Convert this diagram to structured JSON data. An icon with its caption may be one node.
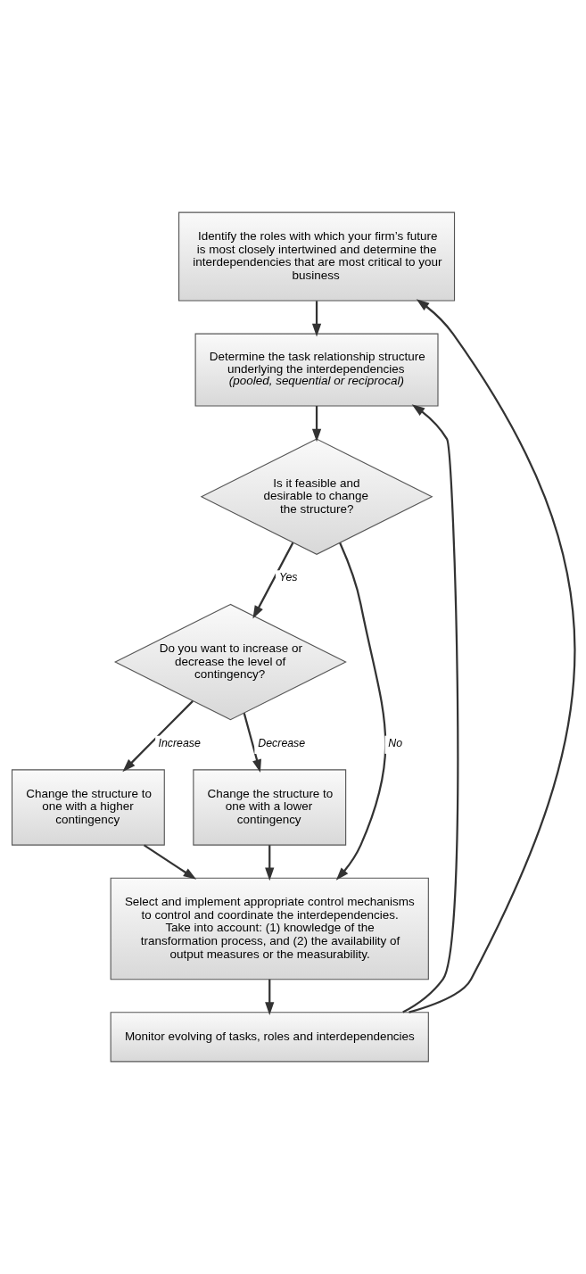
{
  "diagram": {
    "nodes": [
      {
        "text": [
          "Identify the roles with which your firm’s future is most closely intertwined and determine the interdependencies that are most critical to your business"
        ]
      },
      {
        "text": [
          "Determine the task relationship structure underlying the interdependencies",
          "(pooled, sequential or reciprocal)"
        ]
      },
      {
        "text": [
          "Is it feasible and desirable to change the structure?"
        ]
      },
      {
        "text": [
          "Do you want to increase or decrease the level of contingency?"
        ]
      },
      {
        "text": [
          "Change the structure to one with a higher contingency"
        ]
      },
      {
        "text": [
          "Change the structure to one with a lower contingency"
        ]
      },
      {
        "text": [
          "Select and implement appropriate control mechanisms to control and coordinate the interdependencies. Take into account: (1) knowledge of the transformation process, and (2) the availability of output measures or the measurability."
        ]
      },
      {
        "text": [
          "Monitor evolving of tasks, roles and interdependencies"
        ]
      }
    ],
    "edges": [
      {
        "from": 0,
        "to": 1,
        "arrow": "to"
      },
      {
        "from": 1,
        "to": 2,
        "arrow": "to"
      },
      {
        "from": 2,
        "to": 3,
        "arrow": "to",
        "label": "Yes"
      },
      {
        "from": 2,
        "to": 6,
        "arrow": "to",
        "label": "No"
      },
      {
        "from": 3,
        "to": 4,
        "arrow": "to",
        "label": "Increase"
      },
      {
        "from": 3,
        "to": 5,
        "arrow": "to",
        "label": "Decrease"
      },
      {
        "from": 4,
        "to": 6,
        "arrow": "to"
      },
      {
        "from": 5,
        "to": 6,
        "arrow": "to"
      },
      {
        "from": 6,
        "to": 7,
        "arrow": "to"
      },
      {
        "from": 7,
        "to": 0,
        "arrow": "to"
      },
      {
        "from": 7,
        "to": 1,
        "arrow": "to"
      }
    ]
  }
}
